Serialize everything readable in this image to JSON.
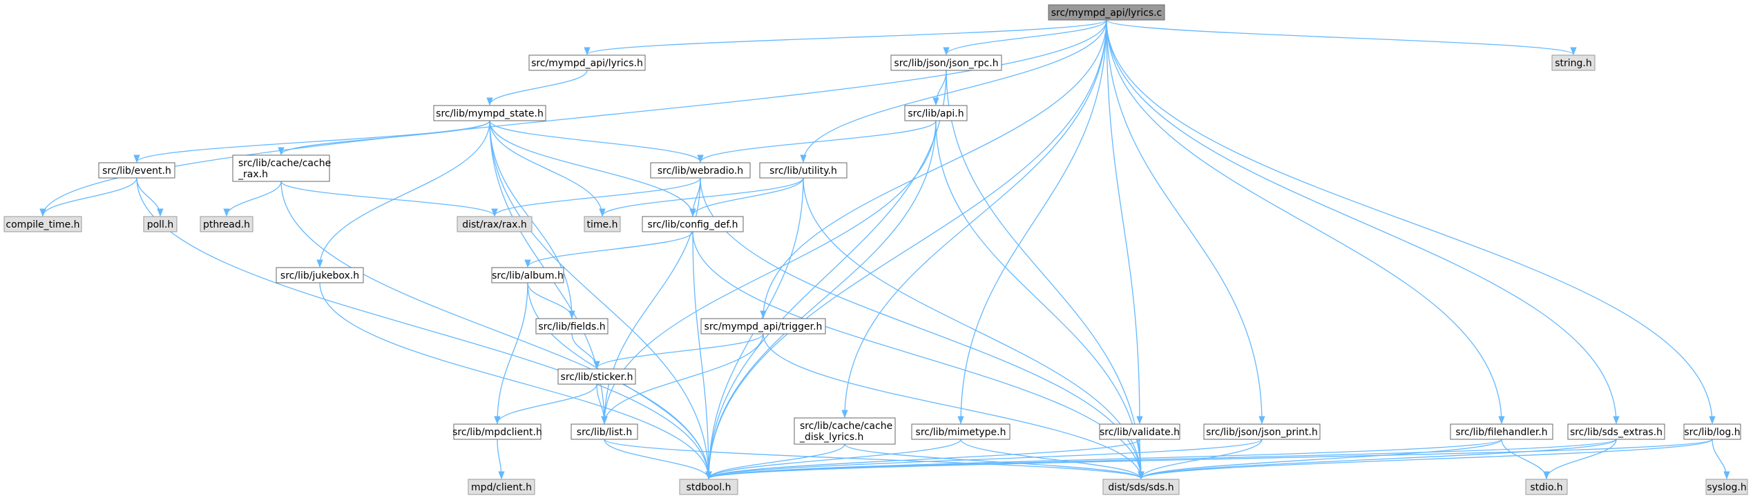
{
  "colors": {
    "edge": "#63b8ff",
    "file_fill": "#ffffff",
    "system_fill": "#e0e0e0",
    "root_fill": "#999999",
    "border": "#666666"
  },
  "nodes": [
    {
      "id": "root",
      "kind": "root",
      "lines": [
        "src/mympd_api/lyrics.c"
      ]
    },
    {
      "id": "lyrics_h",
      "kind": "file",
      "lines": [
        "src/mympd_api/lyrics.h"
      ]
    },
    {
      "id": "json_rpc",
      "kind": "file",
      "lines": [
        "src/lib/json/json_rpc.h"
      ]
    },
    {
      "id": "string_h",
      "kind": "sys",
      "lines": [
        "string.h"
      ]
    },
    {
      "id": "mympd_state",
      "kind": "file",
      "lines": [
        "src/lib/mympd_state.h"
      ]
    },
    {
      "id": "api_h",
      "kind": "file",
      "lines": [
        "src/lib/api.h"
      ]
    },
    {
      "id": "event_h",
      "kind": "file",
      "lines": [
        "src/lib/event.h"
      ]
    },
    {
      "id": "cache_rax",
      "kind": "file",
      "lines": [
        "src/lib/cache/cache",
        "_rax.h"
      ]
    },
    {
      "id": "webradio",
      "kind": "file",
      "lines": [
        "src/lib/webradio.h"
      ]
    },
    {
      "id": "utility",
      "kind": "file",
      "lines": [
        "src/lib/utility.h"
      ]
    },
    {
      "id": "compile_time",
      "kind": "sys",
      "lines": [
        "compile_time.h"
      ]
    },
    {
      "id": "poll_h",
      "kind": "sys",
      "lines": [
        "poll.h"
      ]
    },
    {
      "id": "pthread_h",
      "kind": "sys",
      "lines": [
        "pthread.h"
      ]
    },
    {
      "id": "rax_h",
      "kind": "sys",
      "lines": [
        "dist/rax/rax.h"
      ]
    },
    {
      "id": "time_h",
      "kind": "sys",
      "lines": [
        "time.h"
      ]
    },
    {
      "id": "config_def",
      "kind": "file",
      "lines": [
        "src/lib/config_def.h"
      ]
    },
    {
      "id": "jukebox",
      "kind": "file",
      "lines": [
        "src/lib/jukebox.h"
      ]
    },
    {
      "id": "album",
      "kind": "file",
      "lines": [
        "src/lib/album.h"
      ]
    },
    {
      "id": "fields",
      "kind": "file",
      "lines": [
        "src/lib/fields.h"
      ]
    },
    {
      "id": "trigger",
      "kind": "file",
      "lines": [
        "src/mympd_api/trigger.h"
      ]
    },
    {
      "id": "sticker",
      "kind": "file",
      "lines": [
        "src/lib/sticker.h"
      ]
    },
    {
      "id": "mpdclient",
      "kind": "file",
      "lines": [
        "src/lib/mpdclient.h"
      ]
    },
    {
      "id": "list_h",
      "kind": "file",
      "lines": [
        "src/lib/list.h"
      ]
    },
    {
      "id": "cache_disk",
      "kind": "file",
      "lines": [
        "src/lib/cache/cache",
        "_disk_lyrics.h"
      ]
    },
    {
      "id": "mimetype",
      "kind": "file",
      "lines": [
        "src/lib/mimetype.h"
      ]
    },
    {
      "id": "validate",
      "kind": "file",
      "lines": [
        "src/lib/validate.h"
      ]
    },
    {
      "id": "json_print",
      "kind": "file",
      "lines": [
        "src/lib/json/json_print.h"
      ]
    },
    {
      "id": "filehandler",
      "kind": "file",
      "lines": [
        "src/lib/filehandler.h"
      ]
    },
    {
      "id": "sds_extras",
      "kind": "file",
      "lines": [
        "src/lib/sds_extras.h"
      ]
    },
    {
      "id": "log_h",
      "kind": "file",
      "lines": [
        "src/lib/log.h"
      ]
    },
    {
      "id": "mpd_client",
      "kind": "sys",
      "lines": [
        "mpd/client.h"
      ]
    },
    {
      "id": "stdbool",
      "kind": "sys",
      "lines": [
        "stdbool.h"
      ]
    },
    {
      "id": "sds_h",
      "kind": "sys",
      "lines": [
        "dist/sds/sds.h"
      ]
    },
    {
      "id": "stdio_h",
      "kind": "sys",
      "lines": [
        "stdio.h"
      ]
    },
    {
      "id": "syslog_h",
      "kind": "sys",
      "lines": [
        "syslog.h"
      ]
    }
  ],
  "edges": [
    [
      "root",
      "lyrics_h"
    ],
    [
      "root",
      "json_rpc"
    ],
    [
      "root",
      "string_h"
    ],
    [
      "root",
      "compile_time"
    ],
    [
      "root",
      "utility"
    ],
    [
      "root",
      "trigger"
    ],
    [
      "root",
      "cache_disk"
    ],
    [
      "root",
      "mimetype"
    ],
    [
      "root",
      "validate"
    ],
    [
      "root",
      "json_print"
    ],
    [
      "root",
      "filehandler"
    ],
    [
      "root",
      "sds_extras"
    ],
    [
      "root",
      "log_h"
    ],
    [
      "root",
      "stdbool"
    ],
    [
      "lyrics_h",
      "mympd_state"
    ],
    [
      "json_rpc",
      "api_h"
    ],
    [
      "json_rpc",
      "stdbool"
    ],
    [
      "json_rpc",
      "sds_h"
    ],
    [
      "mympd_state",
      "event_h"
    ],
    [
      "mympd_state",
      "cache_rax"
    ],
    [
      "mympd_state",
      "webradio"
    ],
    [
      "mympd_state",
      "time_h"
    ],
    [
      "mympd_state",
      "config_def"
    ],
    [
      "mympd_state",
      "jukebox"
    ],
    [
      "mympd_state",
      "fields"
    ],
    [
      "mympd_state",
      "list_h"
    ],
    [
      "mympd_state",
      "stdbool"
    ],
    [
      "api_h",
      "webradio"
    ],
    [
      "api_h",
      "list_h"
    ],
    [
      "api_h",
      "stdbool"
    ],
    [
      "api_h",
      "sds_h"
    ],
    [
      "event_h",
      "compile_time"
    ],
    [
      "event_h",
      "poll_h"
    ],
    [
      "event_h",
      "stdbool"
    ],
    [
      "cache_rax",
      "pthread_h"
    ],
    [
      "cache_rax",
      "rax_h"
    ],
    [
      "cache_rax",
      "stdbool"
    ],
    [
      "webradio",
      "rax_h"
    ],
    [
      "webradio",
      "config_def"
    ],
    [
      "webradio",
      "list_h"
    ],
    [
      "webradio",
      "sds_h"
    ],
    [
      "utility",
      "time_h"
    ],
    [
      "utility",
      "config_def"
    ],
    [
      "utility",
      "stdbool"
    ],
    [
      "utility",
      "sds_h"
    ],
    [
      "config_def",
      "album"
    ],
    [
      "config_def",
      "stdbool"
    ],
    [
      "config_def",
      "sds_h"
    ],
    [
      "jukebox",
      "stdbool"
    ],
    [
      "album",
      "fields"
    ],
    [
      "album",
      "mpdclient"
    ],
    [
      "album",
      "stdbool"
    ],
    [
      "fields",
      "sticker"
    ],
    [
      "trigger",
      "sticker"
    ],
    [
      "trigger",
      "list_h"
    ],
    [
      "trigger",
      "sds_h"
    ],
    [
      "sticker",
      "mpdclient"
    ],
    [
      "sticker",
      "list_h"
    ],
    [
      "mpdclient",
      "mpd_client"
    ],
    [
      "list_h",
      "stdbool"
    ],
    [
      "list_h",
      "sds_h"
    ],
    [
      "cache_disk",
      "stdbool"
    ],
    [
      "cache_disk",
      "sds_h"
    ],
    [
      "mimetype",
      "stdbool"
    ],
    [
      "mimetype",
      "sds_h"
    ],
    [
      "validate",
      "stdbool"
    ],
    [
      "validate",
      "sds_h"
    ],
    [
      "json_print",
      "stdbool"
    ],
    [
      "json_print",
      "sds_h"
    ],
    [
      "filehandler",
      "stdbool"
    ],
    [
      "filehandler",
      "sds_h"
    ],
    [
      "filehandler",
      "stdio_h"
    ],
    [
      "sds_extras",
      "stdbool"
    ],
    [
      "sds_extras",
      "sds_h"
    ],
    [
      "sds_extras",
      "stdio_h"
    ],
    [
      "log_h",
      "stdbool"
    ],
    [
      "log_h",
      "sds_h"
    ],
    [
      "log_h",
      "syslog_h"
    ]
  ]
}
